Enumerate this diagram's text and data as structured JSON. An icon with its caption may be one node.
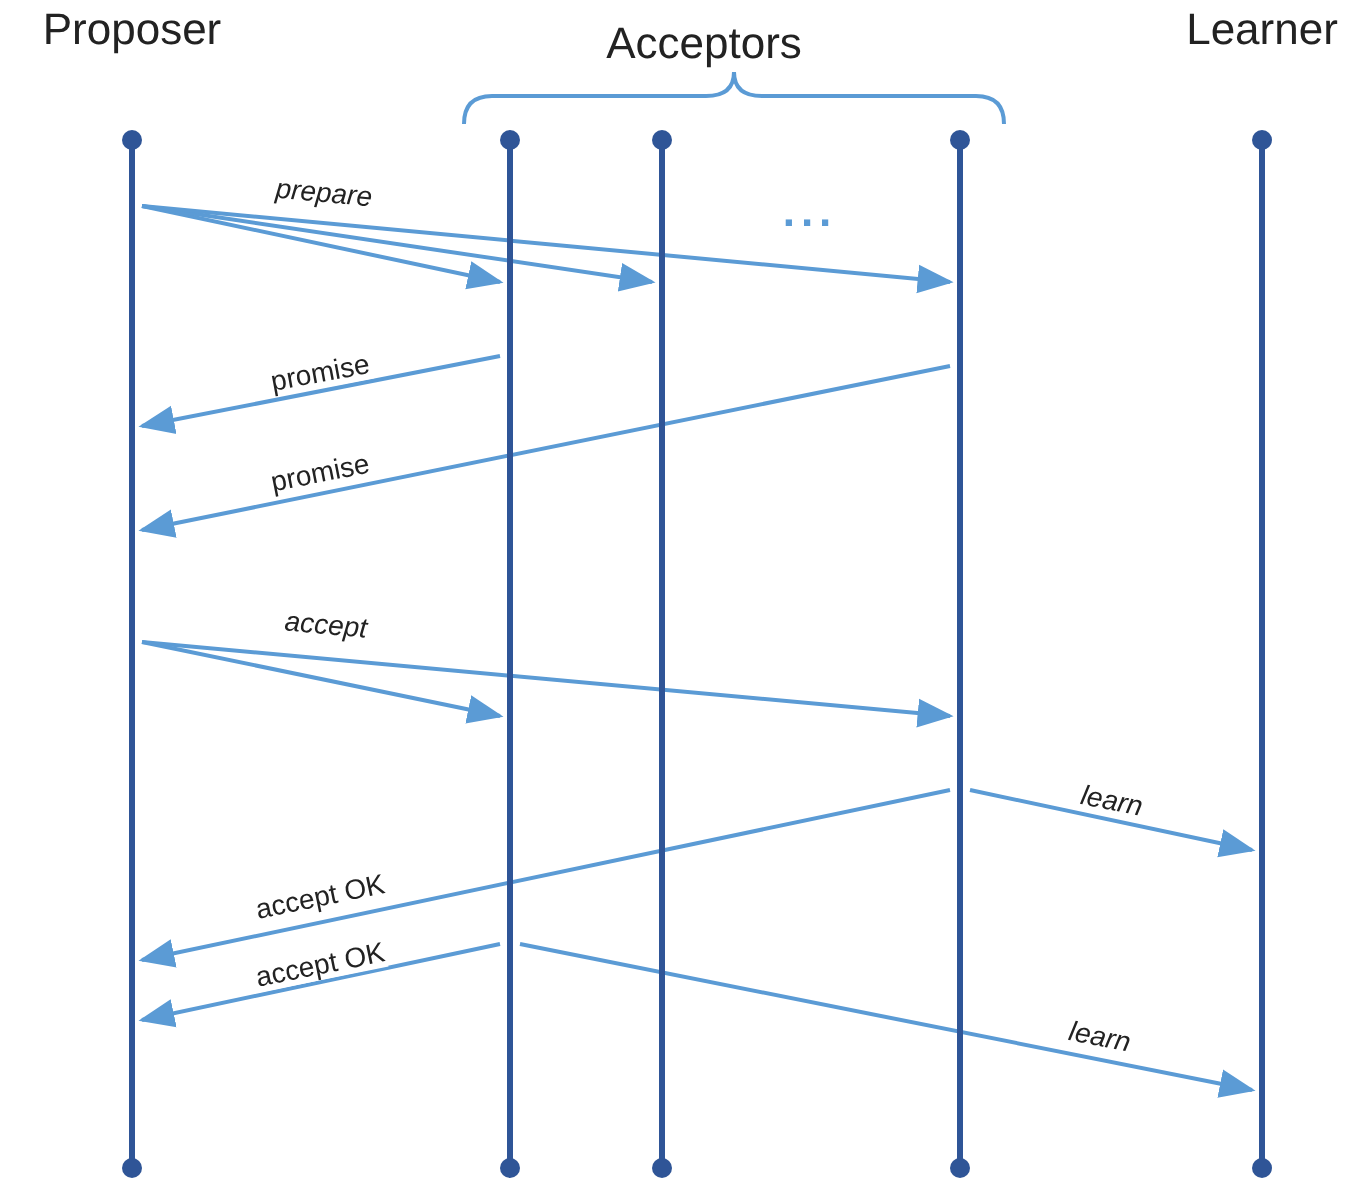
{
  "diagram": {
    "nodes": [
      {
        "text": [
          "Proposer"
        ]
      },
      {
        "text": [],
        "shape": "bar"
      },
      {
        "text": [],
        "shape": "bar"
      },
      {
        "text": [],
        "shape": "bar"
      },
      {
        "text": [
          "Learner"
        ]
      }
    ],
    "edges": [
      {
        "from": 0,
        "to": 1,
        "arrow": "to"
      },
      {
        "from": 0,
        "to": 2,
        "arrow": "to"
      },
      {
        "from": 0,
        "to": 3,
        "label": "prepare",
        "arrow": "to"
      },
      {
        "from": 1,
        "to": 0,
        "label": "promise",
        "arrow": "to"
      },
      {
        "from": 3,
        "to": 0,
        "label": "promise",
        "arrow": "to"
      },
      {
        "from": 0,
        "to": 1,
        "arrow": "to"
      },
      {
        "from": 0,
        "to": 3,
        "label": "accept",
        "arrow": "to"
      },
      {
        "from": 3,
        "to": 0,
        "label": "accept OK",
        "arrow": "to"
      },
      {
        "from": 3,
        "to": 4,
        "label": "learn",
        "arrow": "to"
      },
      {
        "from": 1,
        "to": 0,
        "label": "accept OK",
        "arrow": "to"
      },
      {
        "from": 1,
        "to": 4,
        "label": "learn",
        "arrow": "to"
      }
    ],
    "labels": [
      "Acceptors",
      "..."
    ]
  }
}
